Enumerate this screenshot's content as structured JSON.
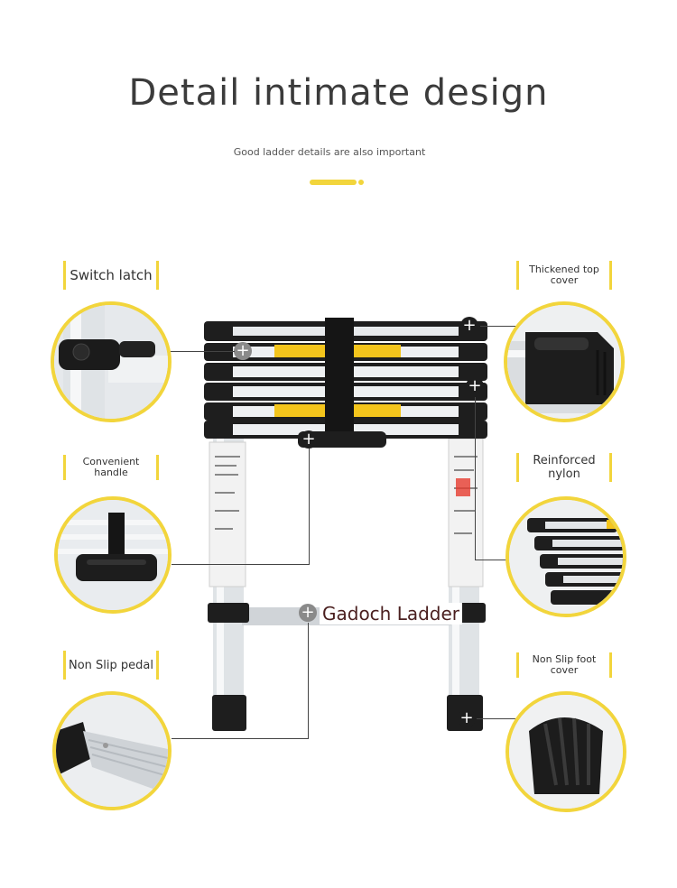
{
  "header": {
    "title": "Detail intimate design",
    "subtitle": "Good ladder details are also important"
  },
  "labels": {
    "switch_latch": "Switch latch",
    "thickened_top_cover": "Thickened top cover",
    "convenient_handle": "Convenient handle",
    "reinforced_nylon": "Reinforced nylon",
    "non_slip_pedal": "Non Slip pedal",
    "non_slip_foot_cover": "Non Slip foot cover"
  },
  "brand": "Gadoch Ladder",
  "colors": {
    "accent": "#f2d53c",
    "ladder_black": "#1e1e1e",
    "aluminum": "#d9dde1",
    "warning": "#f4c51c"
  }
}
